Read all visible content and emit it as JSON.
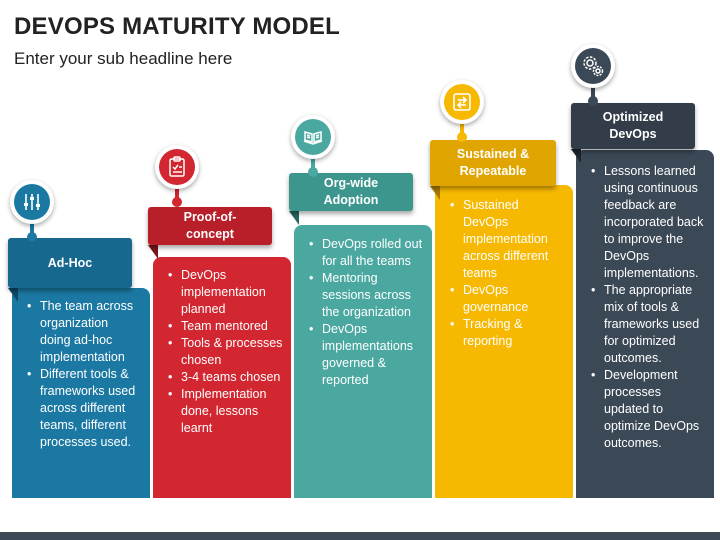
{
  "title": "DEVOPS MATURITY MODEL",
  "subtitle": "Enter your sub headline here",
  "stages": [
    {
      "header": "Ad-Hoc",
      "icon": "sliders-icon",
      "color": "#1b78a3",
      "header_color": "#17688f",
      "fold_color": "#0e4a68",
      "text_color": "#ffffff",
      "bullets": [
        "The team across organization doing ad-hoc implementation",
        "Different tools & frameworks used across different teams, different processes used."
      ]
    },
    {
      "header": "Proof-of-concept",
      "icon": "clipboard-icon",
      "color": "#d22630",
      "header_color": "#b81f28",
      "fold_color": "#7d151b",
      "text_color": "#ffffff",
      "bullets": [
        "DevOps implementation planned",
        "Team mentored",
        "Tools & processes chosen",
        "3-4 teams chosen",
        "Implementation done, lessons learnt"
      ]
    },
    {
      "header": "Org-wide Adoption",
      "icon": "book-icon",
      "color": "#4aa8a0",
      "header_color": "#3d968e",
      "fold_color": "#256660",
      "text_color": "#ffffff",
      "bullets": [
        "DevOps rolled out for all the teams",
        "Mentoring sessions across the organization",
        "DevOps implementations governed & reported"
      ]
    },
    {
      "header": "Sustained & Repeatable",
      "icon": "repeat-arrows-icon",
      "color": "#f6b800",
      "header_color": "#e0a500",
      "fold_color": "#a67a00",
      "text_color": "#ffffff",
      "bullets": [
        "Sustained DevOps implementation across different teams",
        "DevOps governance",
        "Tracking & reporting"
      ]
    },
    {
      "header": "Optimized DevOps",
      "icon": "gears-icon",
      "color": "#3b4856",
      "header_color": "#323d49",
      "fold_color": "#1e252d",
      "text_color": "#ffffff",
      "bullets": [
        "Lessons learned using continuous feedback are incorporated back to improve the DevOps implementations.",
        "The appropriate mix of tools & frameworks used for optimized outcomes.",
        "Development processes updated to optimize DevOps outcomes."
      ]
    }
  ]
}
